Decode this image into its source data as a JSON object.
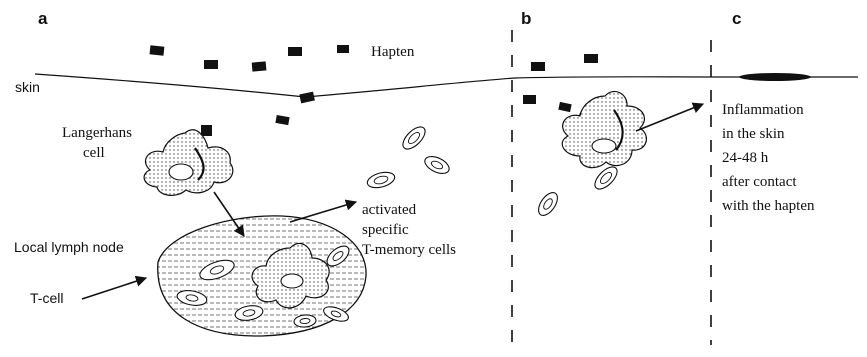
{
  "panels": {
    "a": "a",
    "b": "b",
    "c": "c"
  },
  "labels": {
    "hapten": "Hapten",
    "skin": "skin",
    "langerhans_line1": "Langerhans",
    "langerhans_line2": "cell",
    "activated_line1": "activated",
    "activated_line2": "specific",
    "activated_line3": "T-memory cells",
    "lymph_node": "Local lymph node",
    "tcell": "T-cell",
    "inflammation_line1": "Inflammation",
    "inflammation_line2": "in the skin",
    "inflammation_line3": "24-48 h",
    "inflammation_line4": "after  contact",
    "inflammation_line5": "with the hapten"
  }
}
